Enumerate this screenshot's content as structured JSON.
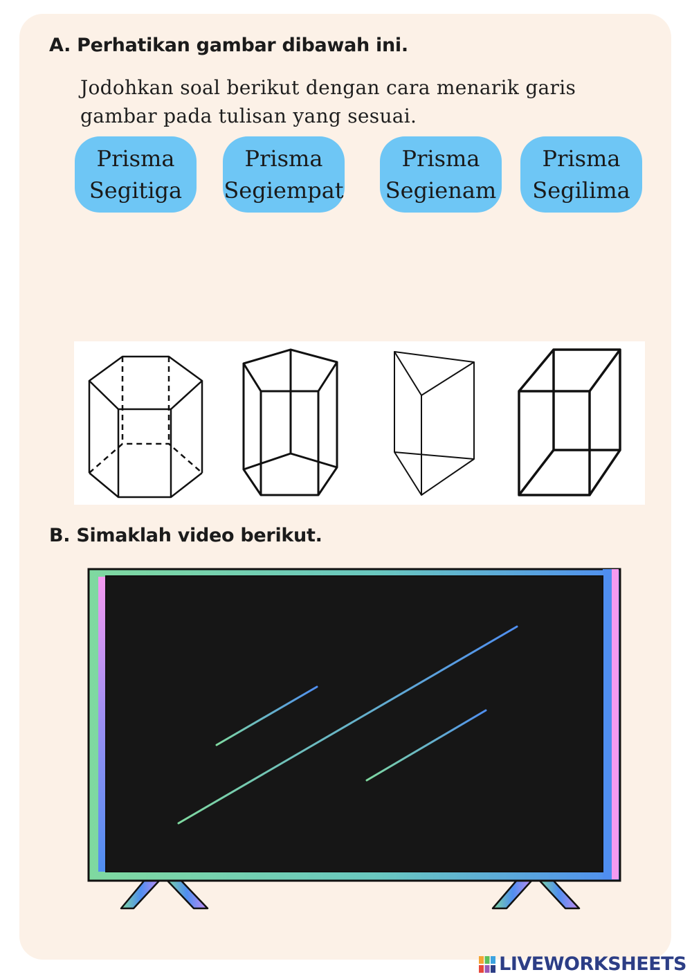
{
  "section_a": {
    "heading": "A. Perhatikan gambar dibawah ini.",
    "instruction": "Jodohkan soal berikut dengan cara menarik garis gambar pada tulisan yang sesuai.",
    "options": [
      {
        "line1": "Prisma",
        "line2": "Segitiga"
      },
      {
        "line1": "Prisma",
        "line2": "Segiempat"
      },
      {
        "line1": "Prisma",
        "line2": "Segienam"
      },
      {
        "line1": "Prisma",
        "line2": "Segilima"
      }
    ],
    "shape_icons": [
      "hexagonal-prism-icon",
      "pentagonal-prism-icon",
      "triangular-prism-icon",
      "rectangular-prism-icon"
    ]
  },
  "section_b": {
    "heading": "B. Simaklah video berikut."
  },
  "watermark": {
    "text": "LIVEWORKSHEETS"
  },
  "colors": {
    "sheet_bg": "#fcf1e7",
    "pill": "#6ec6f5",
    "tv_screen": "#161616",
    "frame_green": "#7fd9a0",
    "frame_blue": "#4f8ef0",
    "frame_pink": "#f59af0",
    "watermark": "#2c3e86"
  }
}
